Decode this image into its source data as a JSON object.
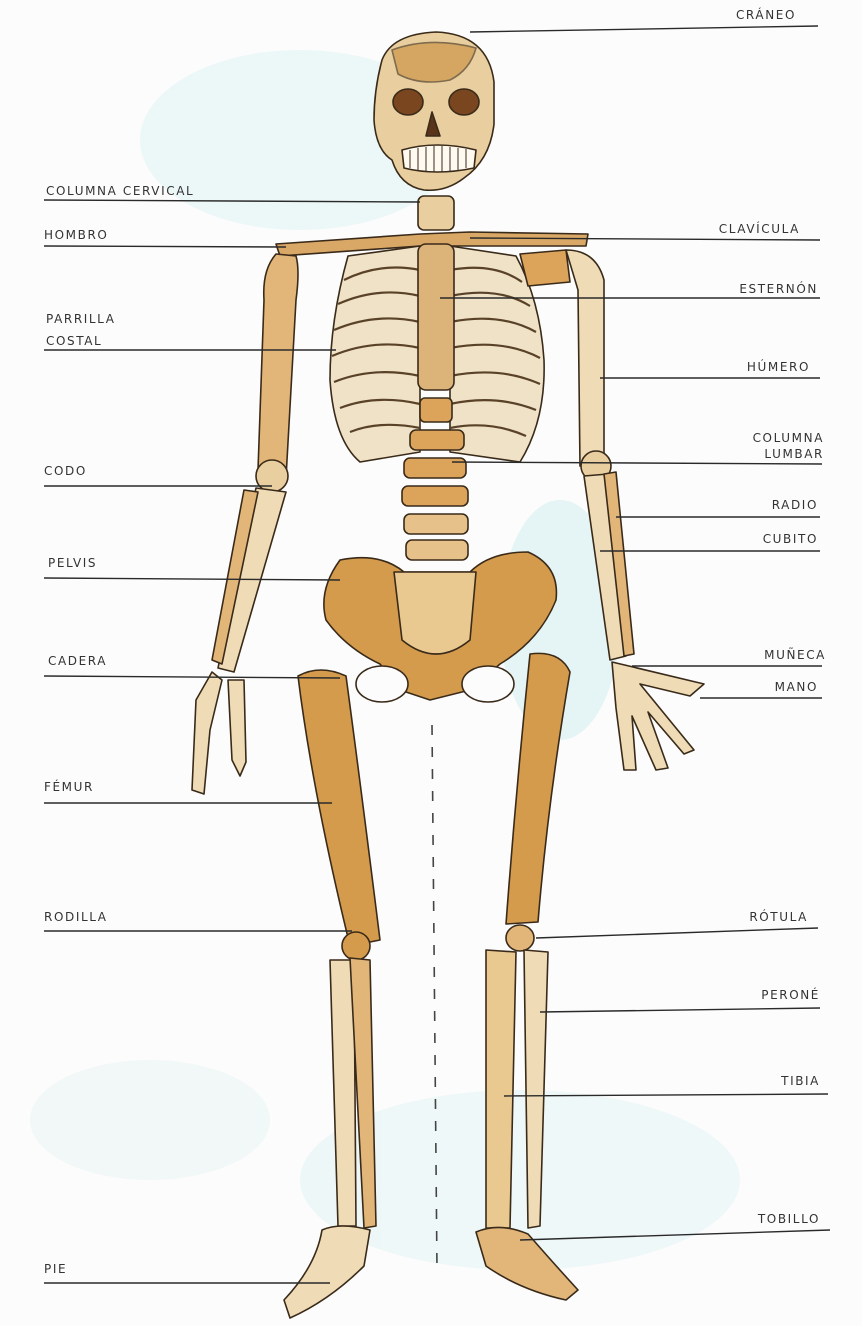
{
  "diagram": {
    "labels_left": [
      {
        "id": "columna-cervical",
        "text": "COLUMNA CERVICAL"
      },
      {
        "id": "hombro",
        "text": "HOMBRO"
      },
      {
        "id": "parrilla-costal",
        "text": "PARRILLA COSTAL"
      },
      {
        "id": "codo",
        "text": "CODO"
      },
      {
        "id": "pelvis",
        "text": "PELVIS"
      },
      {
        "id": "cadera",
        "text": "CADERA"
      },
      {
        "id": "femur",
        "text": "FÉMUR"
      },
      {
        "id": "rodilla",
        "text": "RODILLA"
      },
      {
        "id": "pie",
        "text": "PIE"
      }
    ],
    "labels_right": [
      {
        "id": "craneo",
        "text": "CRÁNEO"
      },
      {
        "id": "clavicula",
        "text": "CLAVÍCULA"
      },
      {
        "id": "esternon",
        "text": "ESTERNÓN"
      },
      {
        "id": "humero",
        "text": "HÚMERO"
      },
      {
        "id": "columna-lumbar",
        "text": "COLUMNA LUMBAR"
      },
      {
        "id": "radio",
        "text": "RADIO"
      },
      {
        "id": "cubito",
        "text": "CUBITO"
      },
      {
        "id": "muneca",
        "text": "MUÑECA"
      },
      {
        "id": "mano",
        "text": "MANO"
      },
      {
        "id": "rotula",
        "text": "RÓTULA"
      },
      {
        "id": "perone",
        "text": "PERONÉ"
      },
      {
        "id": "tibia",
        "text": "TIBIA"
      },
      {
        "id": "tobillo",
        "text": "TOBILLO"
      }
    ],
    "colors": {
      "bone": "#e8c695",
      "bone_dark": "#c8862e",
      "ink": "#2a2a2a",
      "paper": "#fbfcfb",
      "wash": "#cfeeee"
    }
  }
}
